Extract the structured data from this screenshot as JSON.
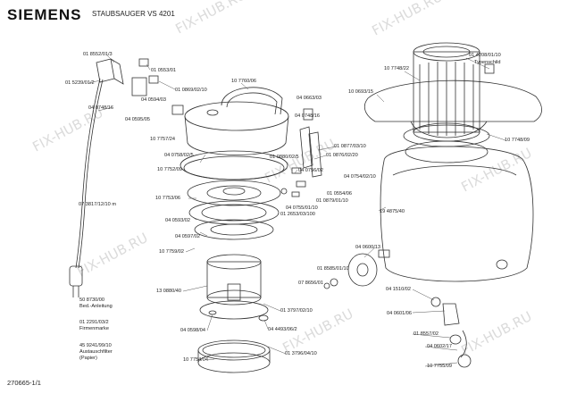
{
  "header": {
    "brand": "SIEMENS",
    "model": "STAUBSAUGER VS 4201"
  },
  "footer": {
    "doc_id": "270665-1/1"
  },
  "watermark": "FIX-HUB.RU",
  "parts": [
    "01 8552/01/3",
    "01 5239/01/2",
    "04 0748/16",
    "01 0553/01",
    "01 0869/02/10",
    "04 0594/03",
    "04 0595/05",
    "10 7760/06",
    "04 0663/03",
    "04 0748/16",
    "10 0693/15",
    "10 7748/22",
    "01 4208/01/10",
    "Typenschild",
    "10 7757/24",
    "10 7748/09",
    "01 0880/02/5",
    "01 0877/03/10",
    "01 0876/02/20",
    "04 0758/02/5",
    "04 0756/02",
    "04 0754/02/10",
    "10 7752/09",
    "01 0554/06",
    "01 0879/01/10",
    "04 0755/01/10",
    "10 7753/06",
    "01 2653/03/100",
    "19 4875/40",
    "04 0593/02",
    "07 3817/12/10 m",
    "04 0597/02",
    "04 0600/13",
    "10 7759/02",
    "01 8585/01/10",
    "07 8656/01",
    "04 1510/02",
    "13 0880/40",
    "50 8730/00",
    "Bed.-Anleitung",
    "01 3797/02/10",
    "04 0601/06",
    "01 2291/03/2",
    "Firmenmarke",
    "04 0598/04",
    "04 4493/06/2",
    "01 8557/02",
    "45 9241/99/10",
    "Austauschfilter",
    "(Papier)",
    "10 7754/04",
    "01 3796/04/10",
    "04 0602/17",
    "10 7755/09"
  ]
}
